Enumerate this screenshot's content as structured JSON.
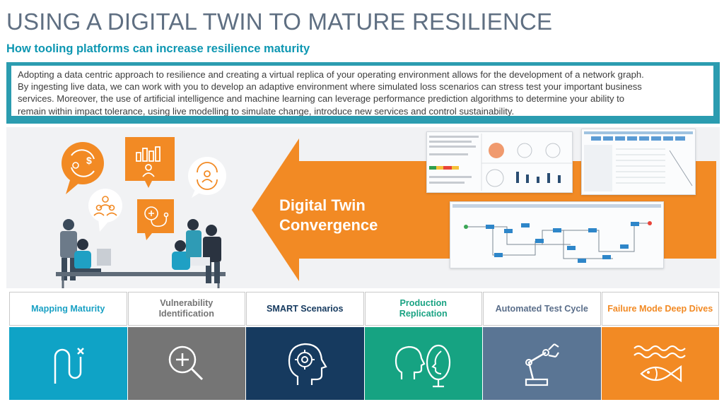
{
  "header": {
    "title": "USING A DIGITAL TWIN TO MATURE RESILIENCE",
    "subtitle": "How tooling platforms can increase resilience maturity"
  },
  "intro": {
    "lines": [
      "Adopting a data centric approach to resilience and creating a virtual replica of your operating environment allows for the development of a network graph.",
      "By ingesting live data, we can work with you to develop an adaptive environment where simulated loss scenarios can stress test your important business",
      "services. Moreover, the use of artificial intelligence and machine learning can leverage performance prediction algorithms to determine your ability to",
      "remain within impact tolerance, using live modelling to simulate change, introduce new services and control sustainability."
    ]
  },
  "graphic": {
    "arrow_line1": "Digital Twin",
    "arrow_line2": "Convergence",
    "icons": [
      "currency-exchange-icon",
      "bar-chart-user-icon",
      "people-cycle-icon",
      "team-icon",
      "stethoscope-icon"
    ]
  },
  "tiles": [
    {
      "label": "Mapping Maturity",
      "label_color": "#1aa1c4",
      "bg": "#0fa3c6",
      "icon": "winding-path-icon"
    },
    {
      "label": "Vulnerability\nIdentification",
      "label_color": "#757575",
      "bg": "#757575",
      "icon": "magnifier-plus-icon"
    },
    {
      "label": "SMART Scenarios",
      "label_color": "#163a5f",
      "bg": "#163a5f",
      "icon": "brain-head-icon"
    },
    {
      "label": "Production\nReplication",
      "label_color": "#1aa383",
      "bg": "#16a382",
      "icon": "face-mirror-icon"
    },
    {
      "label": "Automated Test Cycle",
      "label_color": "#5a6e8a",
      "bg": "#5a7594",
      "icon": "robot-arm-icon"
    },
    {
      "label": "Failure Mode Deep Dives",
      "label_color": "#f28a24",
      "bg": "#f28a24",
      "icon": "fish-waves-icon"
    }
  ],
  "colors": {
    "accent_teal": "#2b9cb0",
    "accent_orange": "#f28a24",
    "title_grey": "#5f6f82"
  }
}
